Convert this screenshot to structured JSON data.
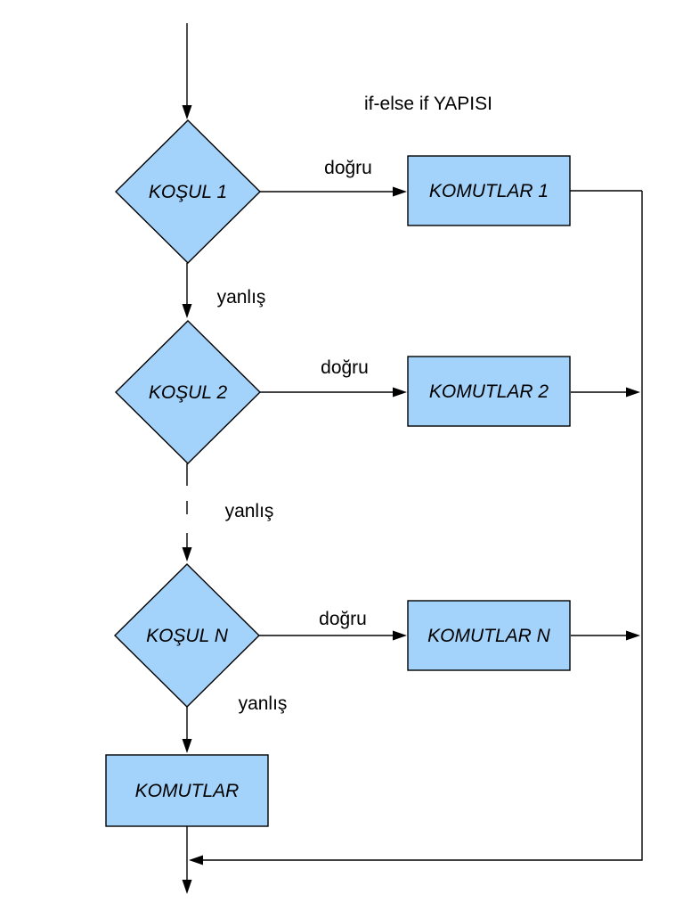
{
  "title": "if-else if YAPISI",
  "colors": {
    "node_fill": "#A3D2FA",
    "node_stroke": "#000000",
    "line": "#000000",
    "background": "#FFFFFF",
    "text": "#000000"
  },
  "diagram_type": "flowchart",
  "nodes": {
    "kosul1": "KOŞUL 1",
    "kosul2": "KOŞUL 2",
    "kosulN": "KOŞUL N",
    "komutlar1": "KOMUTLAR 1",
    "komutlar2": "KOMUTLAR 2",
    "komutlarN": "KOMUTLAR N",
    "komutlarFinal": "KOMUTLAR"
  },
  "edges": {
    "dogru1": "doğru",
    "dogru2": "doğru",
    "dogruN": "doğru",
    "yanlis1": "yanlış",
    "yanlis2": "yanlış",
    "yanlisN": "yanlış"
  }
}
